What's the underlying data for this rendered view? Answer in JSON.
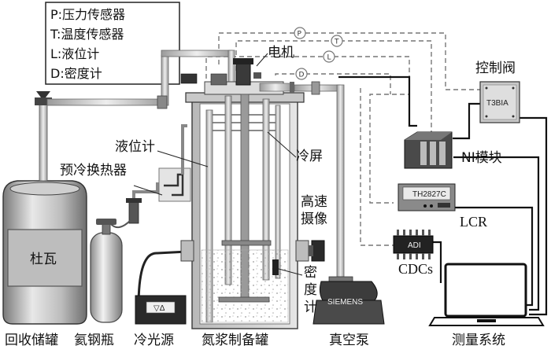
{
  "legend": {
    "items": [
      "P:压力传感器",
      "T:温度传感器",
      "L:液位计",
      "D:密度计"
    ]
  },
  "signals": {
    "p": "P",
    "t": "T",
    "l": "L",
    "d": "D"
  },
  "labels": {
    "motor": "电机",
    "control_valve": "控制阀",
    "level_gauge": "液位计",
    "precool_hx": "预冷换热器",
    "cold_screen": "冷屏",
    "ni_module": "NI模块",
    "hs_camera_line1": "高速",
    "hs_camera_line2": "摄像",
    "lcr": "LCR",
    "cdcs": "CDCs",
    "density_meter_line1": "密",
    "density_meter_line2": "度",
    "density_meter_line3": "计",
    "dewar_tag": "杜瓦"
  },
  "devices": {
    "valve_model": "T3BIA",
    "lcr_model": "TH2827C",
    "pump_brand": "SIEMENS",
    "chip_brand": "ADI",
    "lightsource_buttons": "▽Δ"
  },
  "captions": {
    "recovery_tank": "回收储罐",
    "helium_cylinder": "氦钢瓶",
    "cold_light": "冷光源",
    "slurry_vessel": "氮浆制备罐",
    "vacuum_pump": "真空泵",
    "measurement": "测量系统"
  }
}
